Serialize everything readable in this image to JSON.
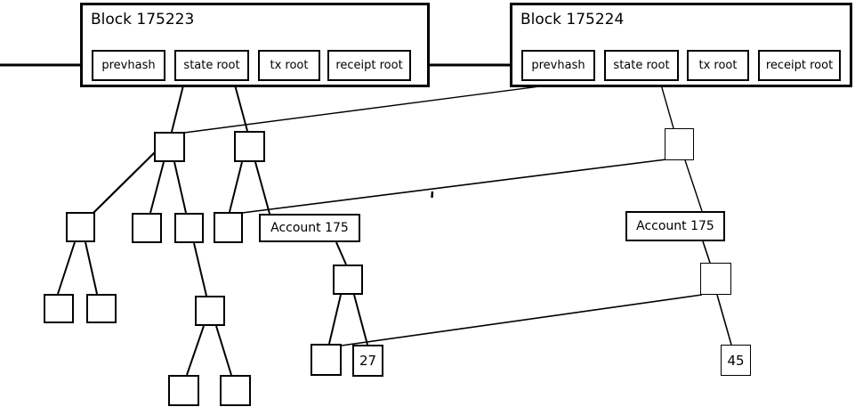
{
  "diagram": {
    "type": "merkle-state-tree",
    "blocks": [
      {
        "title": "Block 175223",
        "fields": [
          "prevhash",
          "state root",
          "tx root",
          "receipt root"
        ]
      },
      {
        "title": "Block 175224",
        "fields": [
          "prevhash",
          "state root",
          "tx root",
          "receipt root"
        ]
      }
    ],
    "accounts": {
      "old_label": "Account 175",
      "new_label": "Account 175"
    },
    "leaves": {
      "old_value": "27",
      "new_value": "45"
    },
    "colors": {
      "background": "#ffffff",
      "line": "#000000",
      "box_border": "#000000"
    }
  }
}
